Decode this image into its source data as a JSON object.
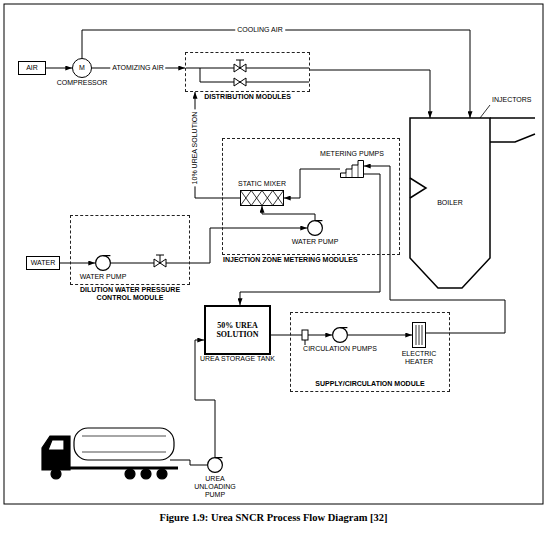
{
  "diagram": {
    "caption": "Figure 1.9: Urea SNCR Process Flow Diagram [32]",
    "nodes": [
      {
        "text": [
          "AIR"
        ]
      },
      {
        "text": [
          "M",
          "COMPRESSOR"
        ]
      },
      {
        "text": [
          "DISTRIBUTION MODULES"
        ]
      },
      {
        "text": [
          "BOILER"
        ]
      },
      {
        "text": [
          "INJECTION ZONE METERING MODULES"
        ]
      },
      {
        "text": [
          "STATIC MIXER"
        ],
        "in": 4
      },
      {
        "text": [
          "METERING PUMPS"
        ],
        "in": 4
      },
      {
        "text": [
          "WATER PUMP"
        ],
        "in": 4
      },
      {
        "text": [
          "DILUTION WATER PRESSURE CONTROL MODULE"
        ]
      },
      {
        "text": [
          "WATER"
        ]
      },
      {
        "text": [
          "WATER PUMP"
        ],
        "in": 8
      },
      {
        "text": [
          "50% UREA SOLUTION",
          "UREA STORAGE TANK"
        ]
      },
      {
        "text": [
          "SUPPLY/CIRCULATION MODULE"
        ]
      },
      {
        "text": [
          "CIRCULATION PUMPS"
        ],
        "in": 12
      },
      {
        "text": [
          "ELECTRIC HEATER"
        ],
        "in": 12
      },
      {
        "text": [
          "UREA UNLOADING PUMP"
        ]
      }
    ],
    "edges": [
      {
        "from": 0,
        "to": 1,
        "arrow": "to"
      },
      {
        "from": 1,
        "to": 2,
        "label": "ATOMIZING AIR",
        "arrow": "to"
      },
      {
        "from": 1,
        "to": 3,
        "label": "COOLING AIR",
        "arrow": "to"
      },
      {
        "from": 2,
        "to": 3,
        "arrow": "to"
      },
      {
        "from": 6,
        "to": 5,
        "arrow": "to"
      },
      {
        "from": 7,
        "to": 5,
        "arrow": "to"
      },
      {
        "from": 5,
        "to": 2,
        "label": "10% UREA SOLUTION",
        "arrow": "to"
      },
      {
        "from": 9,
        "to": 10,
        "arrow": "to"
      },
      {
        "from": 10,
        "to": 7,
        "arrow": "to"
      },
      {
        "from": 11,
        "to": 13,
        "arrow": "to"
      },
      {
        "from": 13,
        "to": 14,
        "arrow": "to"
      },
      {
        "from": 14,
        "to": 6,
        "arrow": "to"
      },
      {
        "from": 6,
        "to": 11,
        "arrow": "to"
      },
      {
        "from": 15,
        "to": 11,
        "arrow": "to"
      }
    ],
    "labels": [
      "INJECTORS"
    ]
  }
}
